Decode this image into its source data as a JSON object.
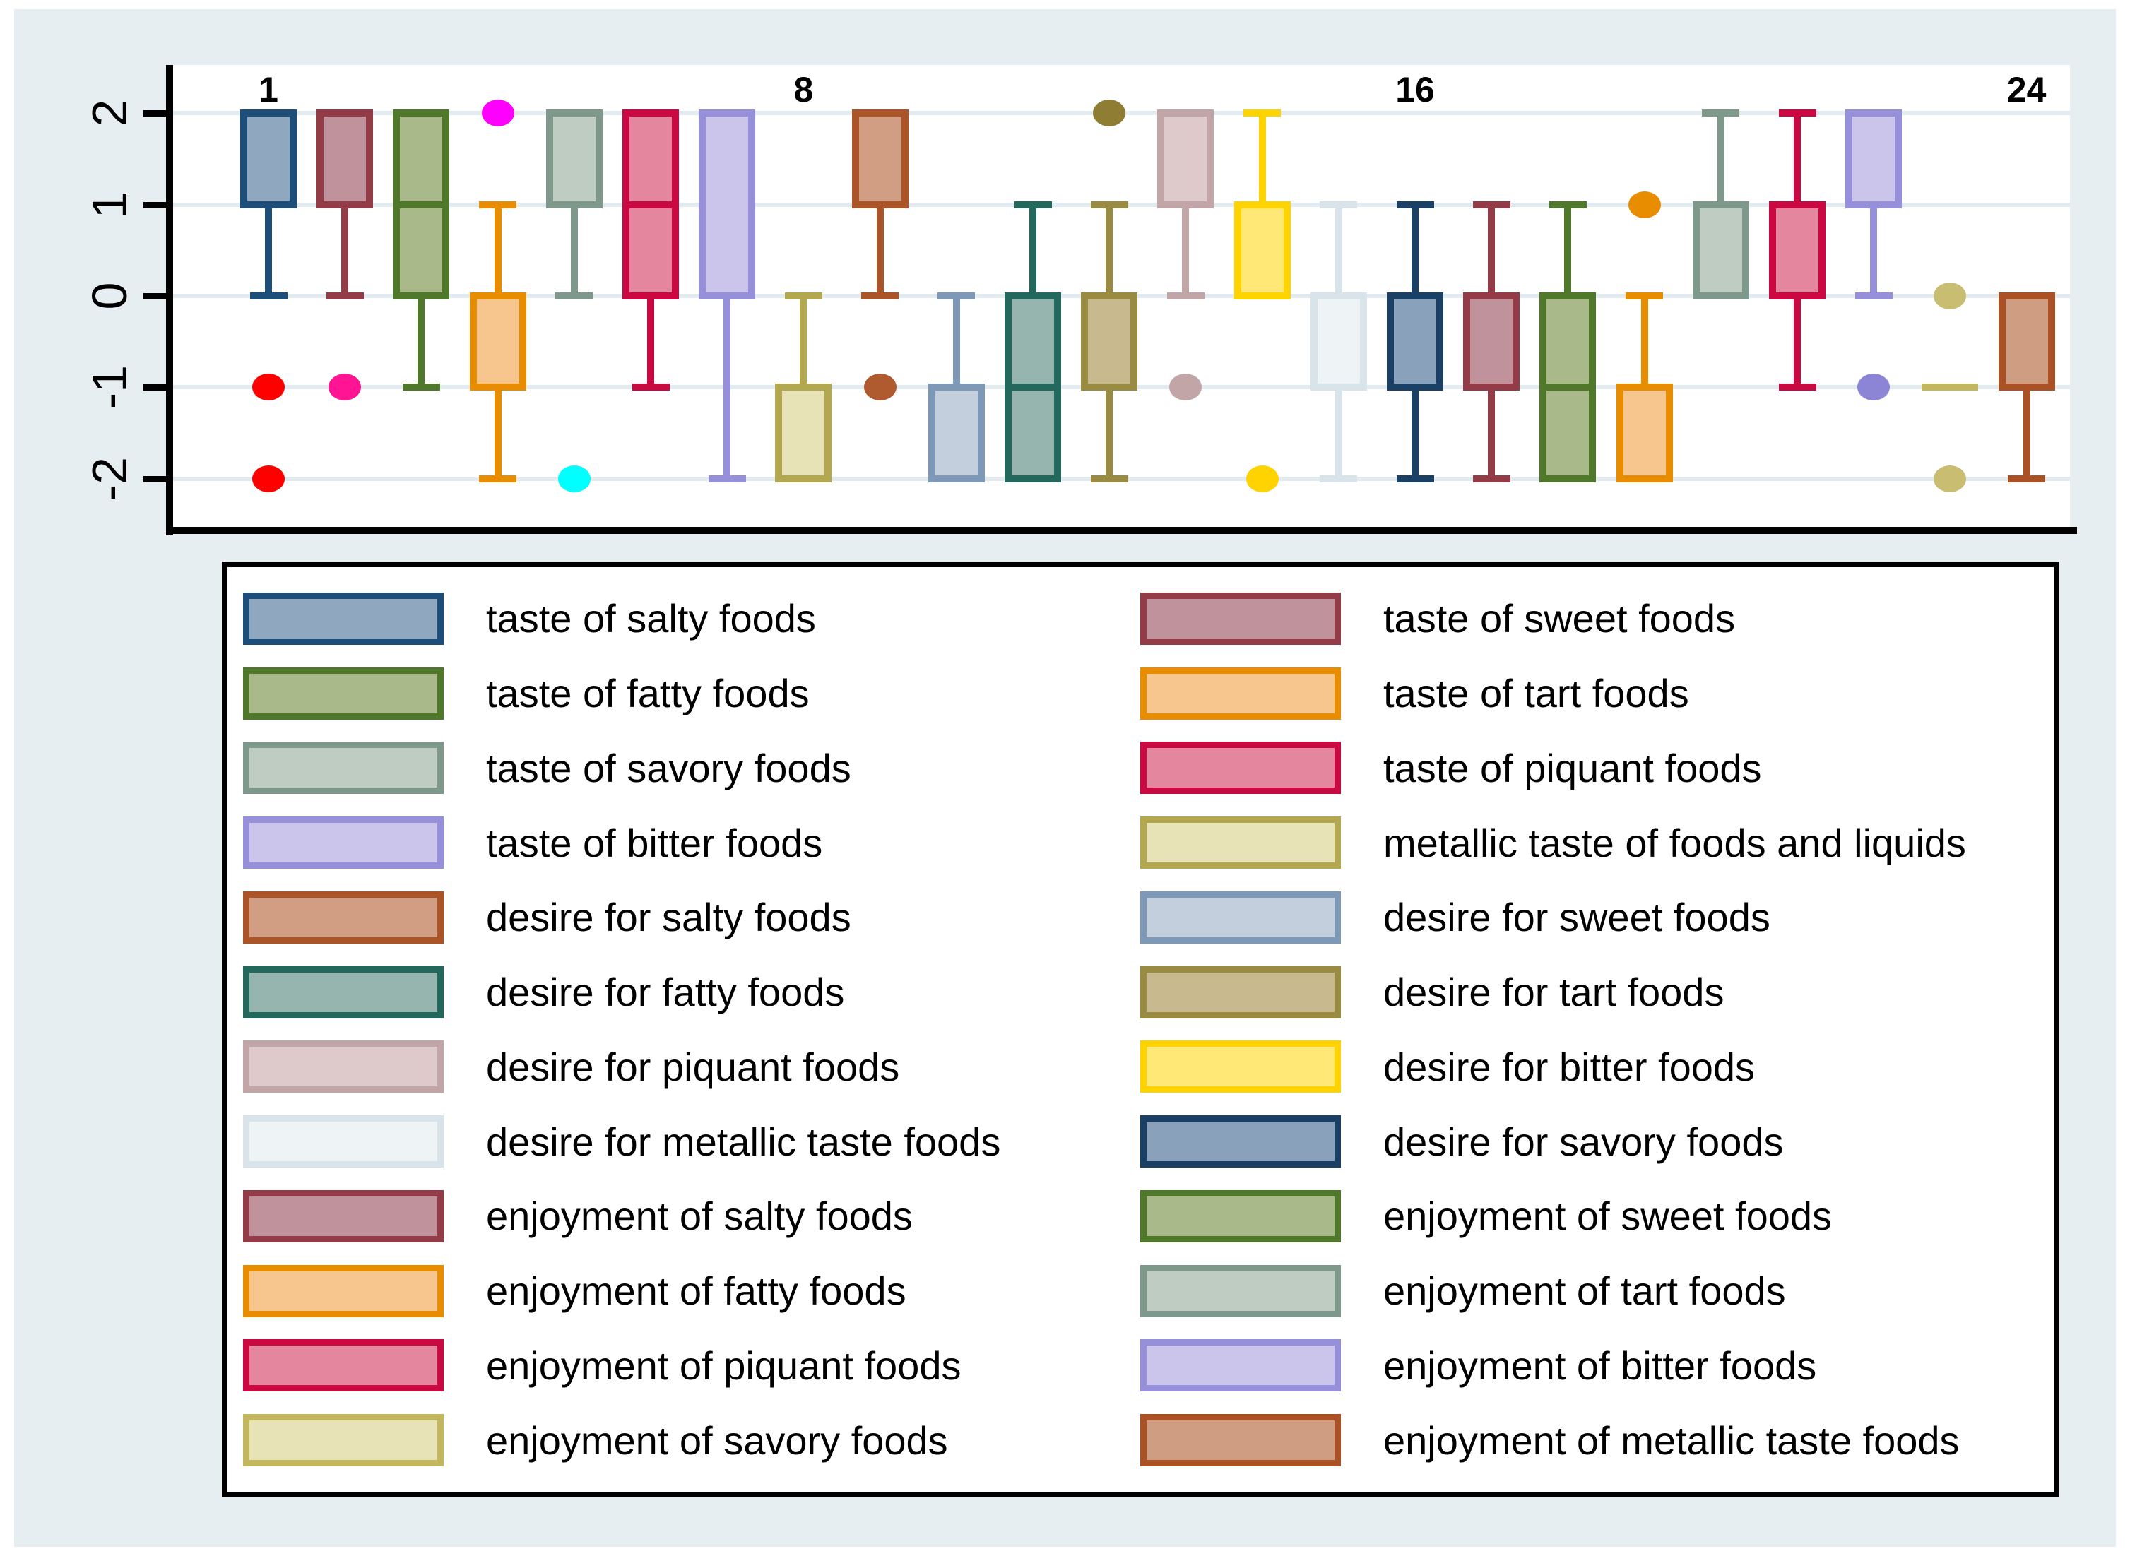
{
  "figure": {
    "background": "#e7eef1",
    "page_margin_color": "#ffffff",
    "plot_background": "#ffffff",
    "gridline_color": "#e2ecf0",
    "axis_color": "#000000",
    "legend_background": "#ffffff",
    "legend_border_color": "#000000"
  },
  "chart_data": {
    "type": "box",
    "title": "",
    "xlabel": "",
    "ylabel": "",
    "ylim": [
      -2.5,
      2.5
    ],
    "yticks": [
      "2",
      "1",
      "0",
      "-1",
      "-2"
    ],
    "ytick_values": [
      2,
      1,
      0,
      -1,
      -2
    ],
    "x_axis_markers": [
      {
        "slot": 1,
        "label": "1"
      },
      {
        "slot": 8,
        "label": "8"
      },
      {
        "slot": 16,
        "label": "16"
      },
      {
        "slot": 24,
        "label": "24"
      }
    ],
    "grid": "horizontal",
    "legend_position": "bottom",
    "legend_columns": 2,
    "boxes": [
      {
        "slot": 1,
        "label": "taste of salty foods",
        "fill": "#8fa8bf",
        "border": "#1d4e79",
        "q1": 1,
        "q3": 2,
        "median": null,
        "whisker_low": 0,
        "whisker_high": null,
        "outliers": [
          -1,
          -2
        ],
        "outlier_color": "#ff0000"
      },
      {
        "slot": 2,
        "label": "taste of sweet foods",
        "fill": "#c0929b",
        "border": "#943b48",
        "q1": 1,
        "q3": 2,
        "median": null,
        "whisker_low": 0,
        "whisker_high": null,
        "outliers": [
          -1
        ],
        "outlier_color": "#ff1493"
      },
      {
        "slot": 3,
        "label": "taste of fatty foods",
        "fill": "#a9b98a",
        "border": "#50782a",
        "q1": 0,
        "q3": 2,
        "median": 1,
        "whisker_low": -1,
        "whisker_high": null,
        "outliers": [],
        "outlier_color": null
      },
      {
        "slot": 4,
        "label": "taste of tart foods",
        "fill": "#f6c68e",
        "border": "#e88c00",
        "q1": -1,
        "q3": 0,
        "median": null,
        "whisker_low": -2,
        "whisker_high": 1,
        "outliers": [
          2
        ],
        "outlier_color": "#ff00ff"
      },
      {
        "slot": 5,
        "label": "taste of savory foods",
        "fill": "#bfccc2",
        "border": "#7e988b",
        "q1": 1,
        "q3": 2,
        "median": null,
        "whisker_low": 0,
        "whisker_high": null,
        "outliers": [
          -2
        ],
        "outlier_color": "#00ffff"
      },
      {
        "slot": 6,
        "label": "taste of piquant foods",
        "fill": "#e5869f",
        "border": "#ca0943",
        "q1": 0,
        "q3": 2,
        "median": 1,
        "whisker_low": -1,
        "whisker_high": null,
        "outliers": [],
        "outlier_color": null
      },
      {
        "slot": 7,
        "label": "taste of bitter foods",
        "fill": "#cbc5eb",
        "border": "#968fd9",
        "q1": 0,
        "q3": 2,
        "median": null,
        "whisker_low": -2,
        "whisker_high": null,
        "outliers": [],
        "outlier_color": null
      },
      {
        "slot": 8,
        "label": "metallic taste of foods and liquids",
        "fill": "#e7e3b6",
        "border": "#b3a850",
        "q1": -2,
        "q3": -1,
        "median": null,
        "whisker_low": null,
        "whisker_high": 0,
        "outliers": [],
        "outlier_color": null
      },
      {
        "slot": 9,
        "label": "desire for salty foods",
        "fill": "#d19e84",
        "border": "#ab5428",
        "q1": 1,
        "q3": 2,
        "median": null,
        "whisker_low": 0,
        "whisker_high": null,
        "outliers": [
          -1
        ],
        "outlier_color": "#b05a30"
      },
      {
        "slot": 10,
        "label": "desire for sweet foods",
        "fill": "#c4cfde",
        "border": "#7e99b8",
        "q1": -2,
        "q3": -1,
        "median": null,
        "whisker_low": null,
        "whisker_high": 0,
        "outliers": [],
        "outlier_color": null
      },
      {
        "slot": 11,
        "label": "desire for fatty foods",
        "fill": "#96b5ae",
        "border": "#23685c",
        "q1": -2,
        "q3": 0,
        "median": -1,
        "whisker_low": null,
        "whisker_high": 1,
        "outliers": [],
        "outlier_color": null
      },
      {
        "slot": 12,
        "label": "desire for tart foods",
        "fill": "#c8ba8e",
        "border": "#998b42",
        "q1": -1,
        "q3": 0,
        "median": null,
        "whisker_low": -2,
        "whisker_high": 1,
        "outliers": [
          2
        ],
        "outlier_color": "#8f7d33"
      },
      {
        "slot": 13,
        "label": "desire for piquant foods",
        "fill": "#dfcacb",
        "border": "#c2a5a6",
        "q1": 1,
        "q3": 2,
        "median": null,
        "whisker_low": 0,
        "whisker_high": null,
        "outliers": [
          -1
        ],
        "outlier_color": "#c2a5a6"
      },
      {
        "slot": 14,
        "label": "desire for bitter foods",
        "fill": "#ffe876",
        "border": "#ffd300",
        "q1": 0,
        "q3": 1,
        "median": null,
        "whisker_low": null,
        "whisker_high": 2,
        "outliers": [
          -2
        ],
        "outlier_color": "#ffd300"
      },
      {
        "slot": 15,
        "label": "desire for metallic taste foods",
        "fill": "#eef3f6",
        "border": "#d9e4ea",
        "q1": -1,
        "q3": 0,
        "median": null,
        "whisker_low": -2,
        "whisker_high": 1,
        "outliers": [],
        "outlier_color": null
      },
      {
        "slot": 16,
        "label": "desire for savory foods",
        "fill": "#89a1bb",
        "border": "#1a4065",
        "q1": -1,
        "q3": 0,
        "median": null,
        "whisker_low": -2,
        "whisker_high": 1,
        "outliers": [],
        "outlier_color": null
      },
      {
        "slot": 17,
        "label": "enjoyment of salty foods",
        "fill": "#c0929b",
        "border": "#943b48",
        "q1": -1,
        "q3": 0,
        "median": null,
        "whisker_low": -2,
        "whisker_high": 1,
        "outliers": [],
        "outlier_color": null
      },
      {
        "slot": 18,
        "label": "enjoyment of sweet foods",
        "fill": "#a9b98a",
        "border": "#50782a",
        "q1": -2,
        "q3": 0,
        "median": -1,
        "whisker_low": null,
        "whisker_high": 1,
        "outliers": [],
        "outlier_color": null
      },
      {
        "slot": 19,
        "label": "enjoyment of fatty foods",
        "fill": "#f6c68e",
        "border": "#e88c00",
        "q1": -2,
        "q3": -1,
        "median": null,
        "whisker_low": null,
        "whisker_high": 0,
        "outliers": [
          1
        ],
        "outlier_color": "#e88c00"
      },
      {
        "slot": 20,
        "label": "enjoyment of tart foods",
        "fill": "#bfccc2",
        "border": "#7e988b",
        "q1": 0,
        "q3": 1,
        "median": null,
        "whisker_low": null,
        "whisker_high": 2,
        "outliers": [],
        "outlier_color": null
      },
      {
        "slot": 21,
        "label": "enjoyment of piquant foods",
        "fill": "#e5869f",
        "border": "#ca0943",
        "q1": 0,
        "q3": 1,
        "median": null,
        "whisker_low": -1,
        "whisker_high": 2,
        "outliers": [],
        "outlier_color": null
      },
      {
        "slot": 22,
        "label": "enjoyment of bitter foods",
        "fill": "#cbc5eb",
        "border": "#968fd9",
        "q1": 1,
        "q3": 2,
        "median": null,
        "whisker_low": 0,
        "whisker_high": null,
        "outliers": [
          -1
        ],
        "outlier_color": "#8c85d6"
      },
      {
        "slot": 23,
        "label": "enjoyment of savory foods",
        "fill": "#e7e3b6",
        "border": "#c2b65e",
        "q1": null,
        "q3": null,
        "median": -1,
        "whisker_low": null,
        "whisker_high": null,
        "outliers": [
          0,
          -2
        ],
        "outlier_color": "#c9bd72"
      },
      {
        "slot": 24,
        "label": "enjoyment of metallic taste foods",
        "fill": "#cf9d82",
        "border": "#ab5126",
        "q1": -1,
        "q3": 0,
        "median": null,
        "whisker_low": -2,
        "whisker_high": null,
        "outliers": [],
        "outlier_color": null
      }
    ]
  }
}
